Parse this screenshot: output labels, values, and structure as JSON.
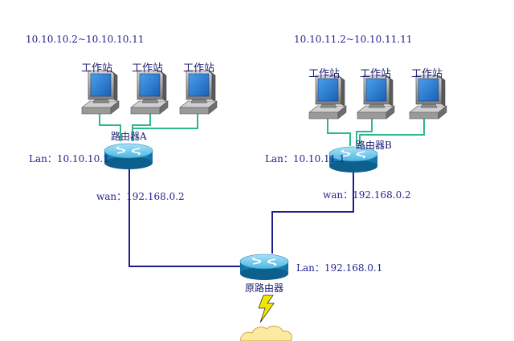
{
  "networkA": {
    "range": "10.10.10.2~10.10.10.11",
    "workstations": [
      "工作站",
      "工作站",
      "工作站"
    ],
    "router": {
      "name": "路由器A",
      "lan": "Lan：10.10.10.1",
      "wan": "wan：192.168.0.2"
    }
  },
  "networkB": {
    "range": "10.10.11.2~10.10.11.11",
    "workstations": [
      "工作站",
      "工作站",
      "工作站"
    ],
    "router": {
      "name": "路由器B",
      "lan": "Lan：10.10.11.1",
      "wan": "wan：192.168.0.2"
    }
  },
  "mainRouter": {
    "name": "原路由器",
    "lan": "Lan：192.168.0.1"
  },
  "colors": {
    "lanCable": "#2ab890",
    "wanCable": "#1d1d8c",
    "routerBody": "#1b8fc6",
    "routerTop": "#7fd0f2",
    "lightning": "#f2e600",
    "cloud": "#fde9a0"
  }
}
